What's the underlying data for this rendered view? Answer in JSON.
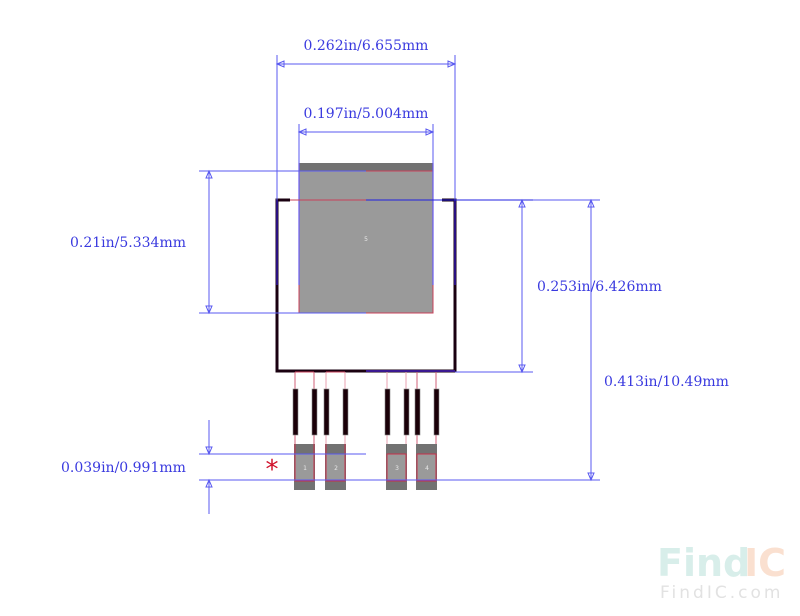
{
  "diagram": {
    "type": "PCB footprint / land pattern",
    "package_outline": "5-lead surface-mount package with tab pad",
    "pin1_marker": "*",
    "tab_pad_label": "5",
    "pads": [
      {
        "label": "1"
      },
      {
        "label": "2"
      },
      {
        "label": "3"
      },
      {
        "label": "4"
      }
    ],
    "dimensions": {
      "overall_width": "0.262in/6.655mm",
      "tab_width": "0.197in/5.004mm",
      "tab_height": "0.21in/5.334mm",
      "body_height": "0.253in/6.426mm",
      "overall_height": "0.413in/10.49mm",
      "pad_height": "0.039in/0.991mm"
    },
    "colors": {
      "dimension_line": "#4a4af0",
      "outline": "#1a0010",
      "pad_fill": "#9a9a9a",
      "pad_dark": "#727272",
      "pad_border": "#c8304a",
      "marker": "#d0102a"
    }
  },
  "watermark": {
    "logo_left": "Find",
    "logo_right": "IC",
    "url": "FindIC.com"
  }
}
